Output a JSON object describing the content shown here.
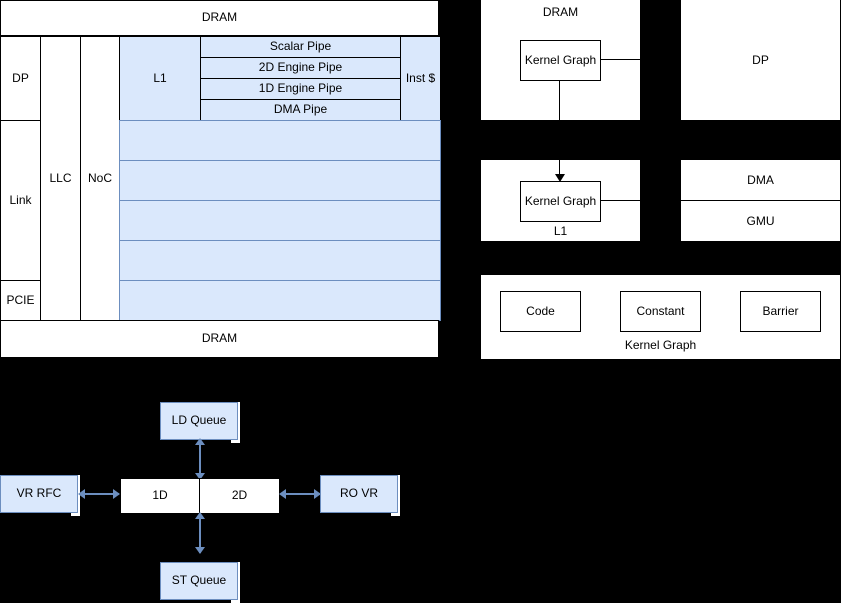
{
  "colors": {
    "background": "#000000",
    "panel": "#ffffff",
    "block_fill": "#dae8fc",
    "block_stroke": "#6c8ebf",
    "stroke": "#000000",
    "arrow": "#6c8ebf"
  },
  "chip_diagram": {
    "name": "chip-architecture-panel",
    "dram_top": "DRAM",
    "dram_bottom": "DRAM",
    "io_column": [
      "DP",
      "Link",
      "PCIE"
    ],
    "llc": "LLC",
    "noc": "NoC",
    "l1": "L1",
    "pipes": [
      "Scalar Pipe",
      "2D Engine Pipe",
      "1D Engine Pipe",
      "DMA Pipe"
    ],
    "inst_cache": "Inst $",
    "core_rows_count": 5
  },
  "memory_flow": {
    "name": "memory-hierarchy-panel",
    "dram_panel": {
      "title": "DRAM",
      "block": "Kernel Graph"
    },
    "l1_panel": {
      "caption": "L1",
      "block": "Kernel Graph"
    }
  },
  "engines": {
    "name": "engines-panel",
    "dp": "DP",
    "dma": "DMA",
    "gmu": "GMU"
  },
  "kernel_graph": {
    "name": "kernel-graph-panel",
    "caption": "Kernel Graph",
    "blocks": [
      "Code",
      "Constant",
      "Barrier"
    ]
  },
  "pipeline": {
    "name": "execution-pipeline-panel",
    "ld_queue": "LD Queue",
    "st_queue": "ST Queue",
    "vr_rfc": "VR RFC",
    "ro_vr": "RO VR",
    "engine_1d": "1D",
    "engine_2d": "2D",
    "connectors": [
      {
        "name": "ld-queue-connector",
        "kind": "bidirectional-vertical"
      },
      {
        "name": "st-queue-connector",
        "kind": "bidirectional-vertical"
      },
      {
        "name": "vr-rfc-connector",
        "kind": "bidirectional-horizontal"
      },
      {
        "name": "ro-vr-connector",
        "kind": "bidirectional-horizontal"
      }
    ]
  }
}
